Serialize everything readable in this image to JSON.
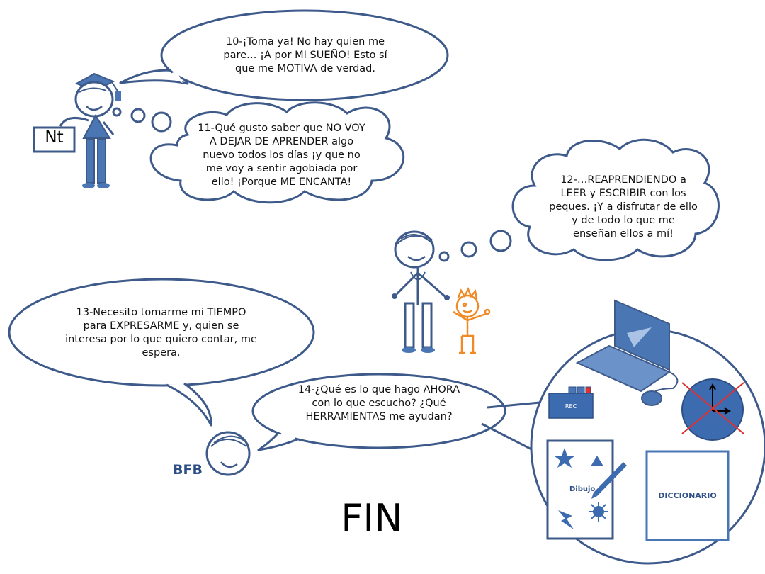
{
  "bubbles": {
    "b10": "10-¡Toma ya! No hay quien me pare… ¡A por MI SUEÑO! Esto sí que me MOTIVA de verdad.",
    "b11": "11-Qué gusto saber que NO VOY A DEJAR DE APRENDER algo nuevo todos los días ¡y que no me voy a sentir agobiada por ello! ¡Porque ME ENCANTA!",
    "b12": "12-…REAPRENDIENDO a LEER y ESCRIBIR con los peques. ¡Y a disfrutar de ello y de todo lo que me enseñan ellos a mí!",
    "b13": "13-Necesito tomarme mi TIEMPO para EXPRESARME y, quien se interesa por lo que quiero contar, me espera.",
    "b14": "14-¿Qué es lo que hago AHORA con lo que escucho? ¿Qué HERRAMIENTAS me ayudan?"
  },
  "labels": {
    "sign": "Nt",
    "bfb": "BFB",
    "rec": "REC",
    "dibujo": "Dibujo",
    "diccionario": "DICCIONARIO",
    "fin": "FIN"
  },
  "colors": {
    "outline": "#3d5a8a",
    "figure": "#4a76b4",
    "child": "#f08a24",
    "cross": "#e03030"
  },
  "icons": [
    "graduate-figure",
    "teacher-figure",
    "child-figure",
    "face-figure",
    "laptop-icon",
    "mouse-icon",
    "recorder-icon",
    "clock-icon",
    "drawing-sheet-icon",
    "dictionary-icon"
  ]
}
